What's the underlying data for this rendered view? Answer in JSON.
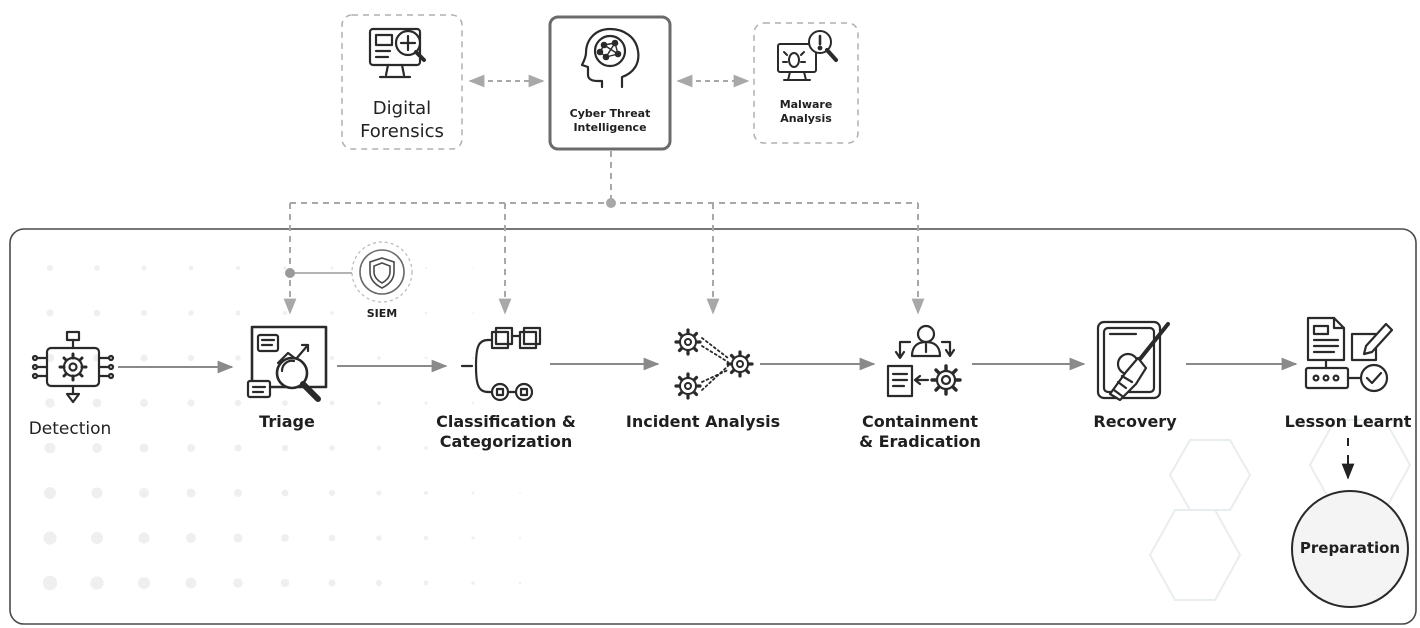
{
  "top_nodes": {
    "digital_forensics": {
      "line1": "Digital",
      "line2": "Forensics",
      "icon": "monitor-magnifier-icon"
    },
    "cti": {
      "line1": "Cyber Threat",
      "line2": "Intelligence",
      "icon": "brain-head-icon"
    },
    "malware": {
      "line1": "Malware",
      "line2": "Analysis",
      "icon": "bug-magnifier-icon"
    }
  },
  "siem": {
    "label": "SIEM",
    "icon": "shield-badge-icon"
  },
  "steps": {
    "detection": {
      "line1": "Detection",
      "icon": "chip-gear-icon"
    },
    "triage": {
      "line1": "Triage",
      "icon": "chart-magnifier-icon"
    },
    "classification": {
      "line1": "Classification &",
      "line2": "Categorization",
      "icon": "branch-blocks-icon"
    },
    "incident": {
      "line1": "Incident Analysis",
      "icon": "gears-network-icon"
    },
    "containment": {
      "line1": "Containment",
      "line2": "& Eradication",
      "icon": "person-gear-document-icon"
    },
    "recovery": {
      "line1": "Recovery",
      "icon": "hdd-broom-icon"
    },
    "lesson": {
      "line1": "Lesson Learnt",
      "icon": "documents-check-icon"
    },
    "preparation": {
      "line1": "Preparation"
    }
  },
  "colors": {
    "line": "#9a9a9a",
    "dashed": "#a8a8a8",
    "border": "#555555",
    "text": "#1f1f1f",
    "pattern": "#ececec"
  }
}
